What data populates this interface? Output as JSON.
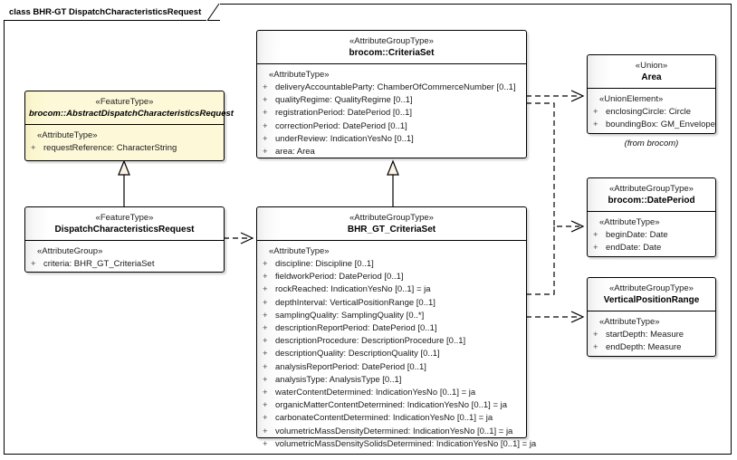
{
  "diagram": {
    "title": "class BHR-GT DispatchCharacteristicsRequest",
    "package_note": "(from brocom)"
  },
  "classes": {
    "criteria_set": {
      "stereotype": "«AttributeGroupType»",
      "name": "brocom::CriteriaSet",
      "group_stereotype": "«AttributeType»",
      "attributes": [
        {
          "vis": "+",
          "text": "deliveryAccountableParty: ChamberOfCommerceNumber [0..1]"
        },
        {
          "vis": "+",
          "text": "qualityRegime: QualityRegime [0..1]"
        },
        {
          "vis": "+",
          "text": "registrationPeriod: DatePeriod [0..1]"
        },
        {
          "vis": "+",
          "text": "correctionPeriod: DatePeriod [0..1]"
        },
        {
          "vis": "+",
          "text": "underReview: IndicationYesNo [0..1]"
        },
        {
          "vis": "+",
          "text": "area: Area"
        }
      ]
    },
    "abstract_request": {
      "stereotype": "«FeatureType»",
      "name": "brocom::AbstractDispatchCharacteristicsRequest",
      "group_stereotype": "«AttributeType»",
      "attributes": [
        {
          "vis": "+",
          "text": "requestReference: CharacterString"
        }
      ]
    },
    "dispatch_request": {
      "stereotype": "«FeatureType»",
      "name": "DispatchCharacteristicsRequest",
      "group_stereotype": "«AttributeGroup»",
      "attributes": [
        {
          "vis": "+",
          "text": "criteria: BHR_GT_CriteriaSet"
        }
      ]
    },
    "bhr_gt_criteria_set": {
      "stereotype": "«AttributeGroupType»",
      "name": "BHR_GT_CriteriaSet",
      "group_stereotype": "«AttributeType»",
      "attributes": [
        {
          "vis": "+",
          "text": "discipline: Discipline [0..1]"
        },
        {
          "vis": "+",
          "text": "fieldworkPeriod: DatePeriod [0..1]"
        },
        {
          "vis": "+",
          "text": "rockReached: IndicationYesNo [0..1] = ja"
        },
        {
          "vis": "+",
          "text": "depthInterval: VerticalPositionRange [0..1]"
        },
        {
          "vis": "+",
          "text": "samplingQuality: SamplingQuality [0..*]"
        },
        {
          "vis": "+",
          "text": "descriptionReportPeriod: DatePeriod [0..1]"
        },
        {
          "vis": "+",
          "text": "descriptionProcedure: DescriptionProcedure [0..1]"
        },
        {
          "vis": "+",
          "text": "descriptionQuality: DescriptionQuality [0..1]"
        },
        {
          "vis": "+",
          "text": "analysisReportPeriod: DatePeriod [0..1]"
        },
        {
          "vis": "+",
          "text": "analysisType: AnalysisType [0..1]"
        },
        {
          "vis": "+",
          "text": "waterContentDetermined: IndicationYesNo [0..1] = ja"
        },
        {
          "vis": "+",
          "text": "organicMatterContentDetermined: IndicationYesNo [0..1] = ja"
        },
        {
          "vis": "+",
          "text": "carbonateContentDetermined: IndicationYesNo [0..1] = ja"
        },
        {
          "vis": "+",
          "text": "volumetricMassDensityDetermined: IndicationYesNo [0..1] = ja"
        },
        {
          "vis": "+",
          "text": "volumetricMassDensitySolidsDetermined: IndicationYesNo [0..1] = ja"
        }
      ]
    },
    "area": {
      "stereotype": "«Union»",
      "name": "Area",
      "group_stereotype": "«UnionElement»",
      "attributes": [
        {
          "vis": "+",
          "text": "enclosingCircle: Circle"
        },
        {
          "vis": "+",
          "text": "boundingBox: GM_Envelope"
        }
      ]
    },
    "date_period": {
      "stereotype": "«AttributeGroupType»",
      "name": "brocom::DatePeriod",
      "group_stereotype": "«AttributeType»",
      "attributes": [
        {
          "vis": "+",
          "text": "beginDate: Date"
        },
        {
          "vis": "+",
          "text": "endDate: Date"
        }
      ]
    },
    "vertical_position_range": {
      "stereotype": "«AttributeGroupType»",
      "name": "VerticalPositionRange",
      "group_stereotype": "«AttributeType»",
      "attributes": [
        {
          "vis": "+",
          "text": "startDepth: Measure"
        },
        {
          "vis": "+",
          "text": "endDepth: Measure"
        }
      ]
    }
  },
  "colors": {
    "yellow_fill": "#fdf9d8",
    "white_fill": "#ffffff",
    "border": "#000000"
  }
}
